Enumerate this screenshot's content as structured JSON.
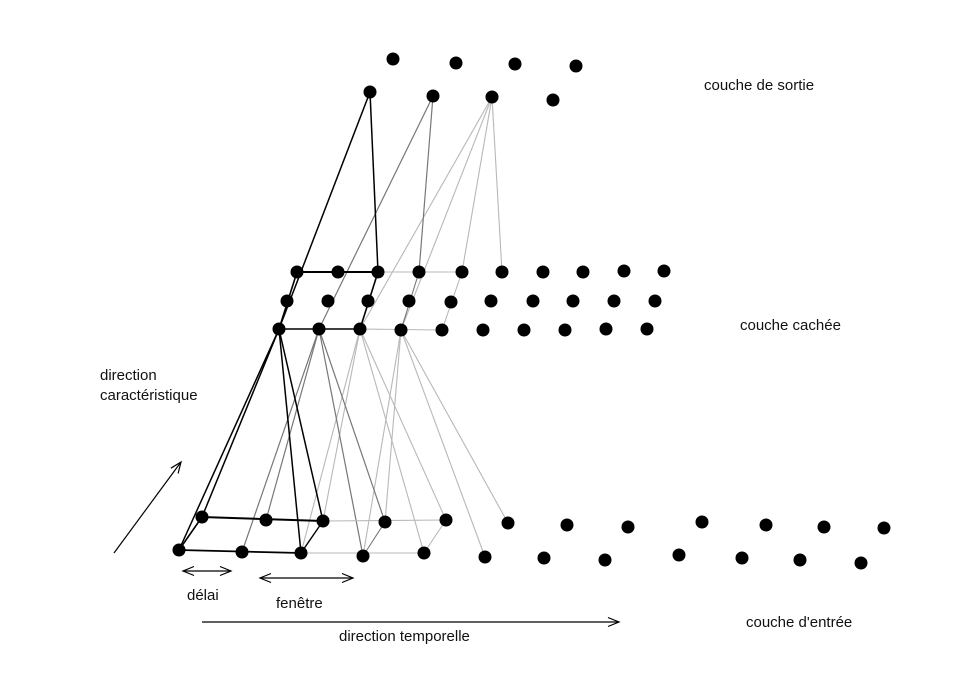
{
  "labels": {
    "output_layer": "couche de sortie",
    "hidden_layer": "couche cachée",
    "input_layer": "couche d'entrée",
    "feature_direction_line1": "direction",
    "feature_direction_line2": "caractéristique",
    "delay": "délai",
    "window": "fenêtre",
    "time_direction": "direction temporelle"
  },
  "colors": {
    "node": "#000000",
    "connection_dark": "#000000",
    "connection_mid": "#777777",
    "connection_light": "#b8b8b8",
    "grid_line": "#000000",
    "background": "#ffffff"
  }
}
